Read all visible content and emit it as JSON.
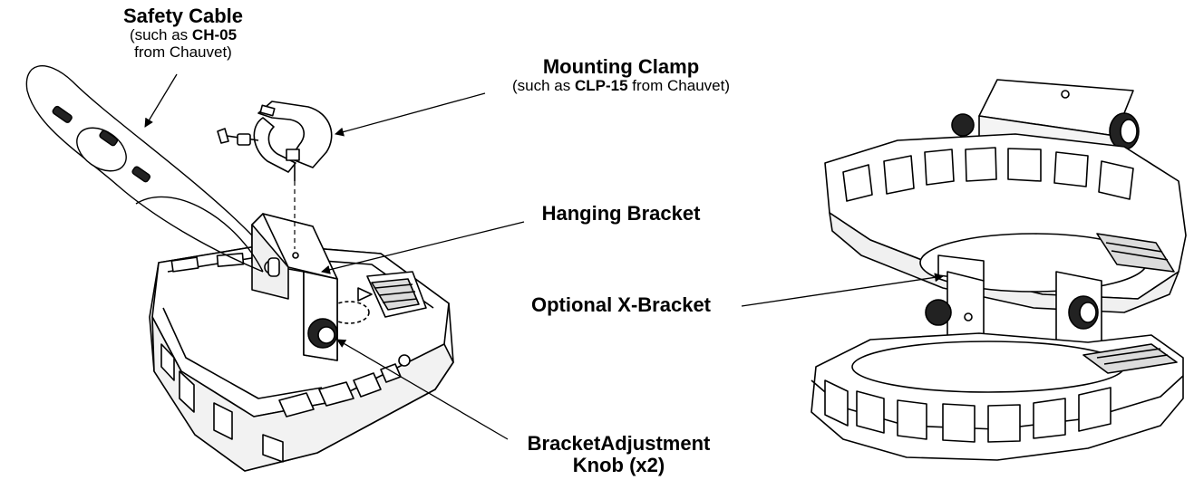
{
  "labels": {
    "safety_cable": {
      "title": "Safety Cable",
      "line1_pre": "(such as ",
      "line1_bold": "CH-05",
      "line2": "from Chauvet)"
    },
    "mounting_clamp": {
      "title": "Mounting Clamp",
      "sub_pre": "(such as ",
      "sub_bold": "CLP-15",
      "sub_post": " from Chauvet)"
    },
    "hanging_bracket": {
      "title": "Hanging Bracket"
    },
    "optional_x_bracket": {
      "title": "Optional X-Bracket"
    },
    "bracket_adjustment_knob": {
      "line1_a": "Bracket",
      "line1_b": "Adjustment",
      "line2": "Knob (x2)"
    }
  },
  "colors": {
    "line": "#000000",
    "fill": "#ffffff",
    "shade": "#d9d9d9",
    "dark": "#222222"
  }
}
